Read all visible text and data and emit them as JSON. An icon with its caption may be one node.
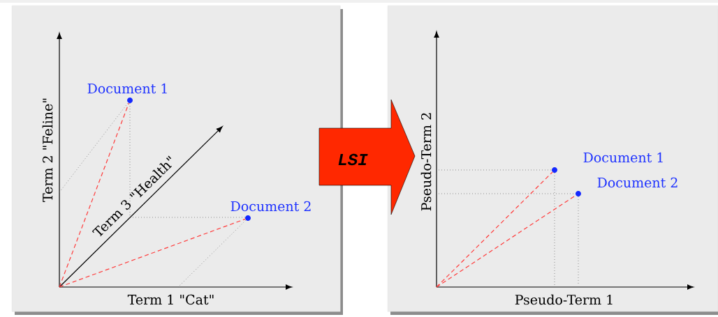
{
  "diagram": {
    "nodes": [
      {
        "text": [],
        "shape": "box"
      },
      {
        "text": [
          "Document 1"
        ],
        "in": 0
      },
      {
        "text": [
          "Document 2"
        ],
        "in": 0
      },
      {
        "text": [
          "LSI"
        ]
      },
      {
        "text": [],
        "shape": "box"
      },
      {
        "text": [
          "Document 1"
        ],
        "in": 4
      },
      {
        "text": [
          "Document 2"
        ],
        "in": 4
      }
    ],
    "edges": [
      {
        "from": null,
        "to": 1,
        "arrow": "none",
        "style": "dashed",
        "color": "#ff3b3b"
      },
      {
        "from": null,
        "to": 2,
        "arrow": "none",
        "style": "dashed",
        "color": "#ff3b3b"
      },
      {
        "from": null,
        "to": 5,
        "arrow": "none",
        "style": "dashed",
        "color": "#ff3b3b"
      },
      {
        "from": null,
        "to": 6,
        "arrow": "none",
        "style": "dashed",
        "color": "#ff3b3b"
      }
    ],
    "labels": [
      "Term 2 \"Feline\"",
      "Term 3 \"Health\"",
      "Term 1 \"Cat\"",
      "Pseudo-Term 2",
      "Pseudo-Term 1"
    ]
  }
}
